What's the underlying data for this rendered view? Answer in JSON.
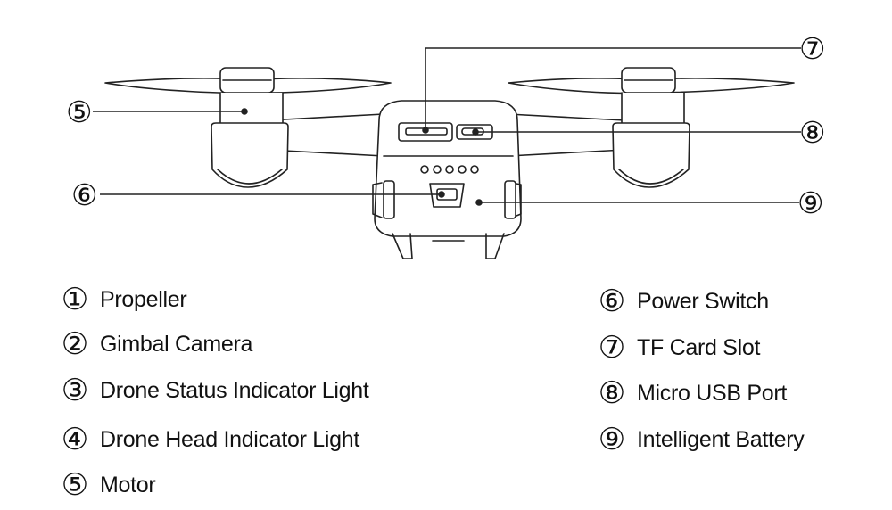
{
  "callouts": [
    {
      "num": "⑤"
    },
    {
      "num": "⑥"
    },
    {
      "num": "⑦"
    },
    {
      "num": "⑧"
    },
    {
      "num": "⑨"
    }
  ],
  "legend": [
    {
      "num": "①",
      "label": "Propeller"
    },
    {
      "num": "②",
      "label": "Gimbal Camera"
    },
    {
      "num": "③",
      "label": "Drone Status Indicator Light"
    },
    {
      "num": "④",
      "label": "Drone Head Indicator Light"
    },
    {
      "num": "⑤",
      "label": "Motor"
    },
    {
      "num": "⑥",
      "label": "Power Switch"
    },
    {
      "num": "⑦",
      "label": "TF Card Slot"
    },
    {
      "num": "⑧",
      "label": "Micro USB Port"
    },
    {
      "num": "⑨",
      "label": "Intelligent Battery"
    }
  ]
}
